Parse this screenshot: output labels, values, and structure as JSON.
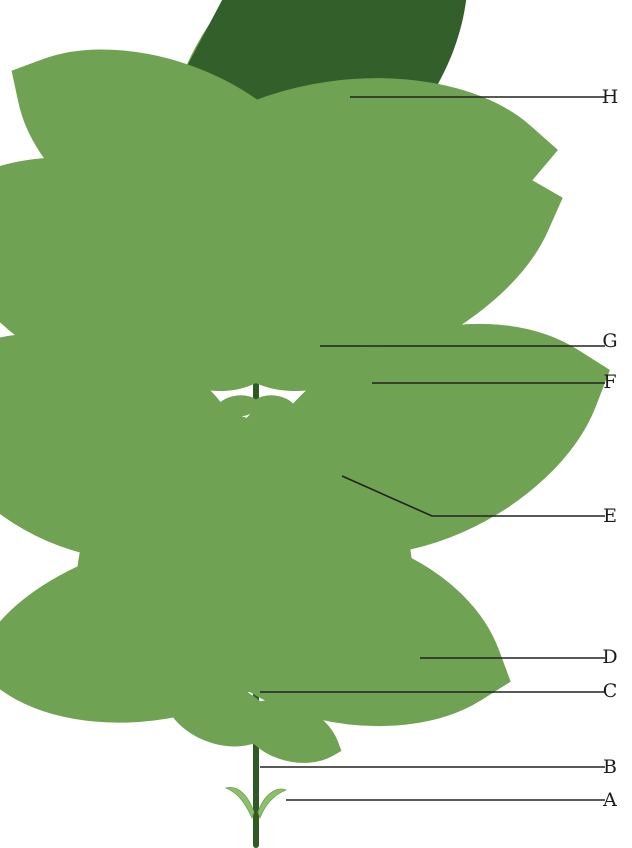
{
  "colors": {
    "leaf": "#8cbf6c",
    "vein": "#33602a",
    "stem": "#2f5a26"
  },
  "labels": {
    "H": "H",
    "G": "G",
    "F": "F",
    "E": "E",
    "D": "D",
    "C": "C",
    "B": "B",
    "A": "A"
  }
}
